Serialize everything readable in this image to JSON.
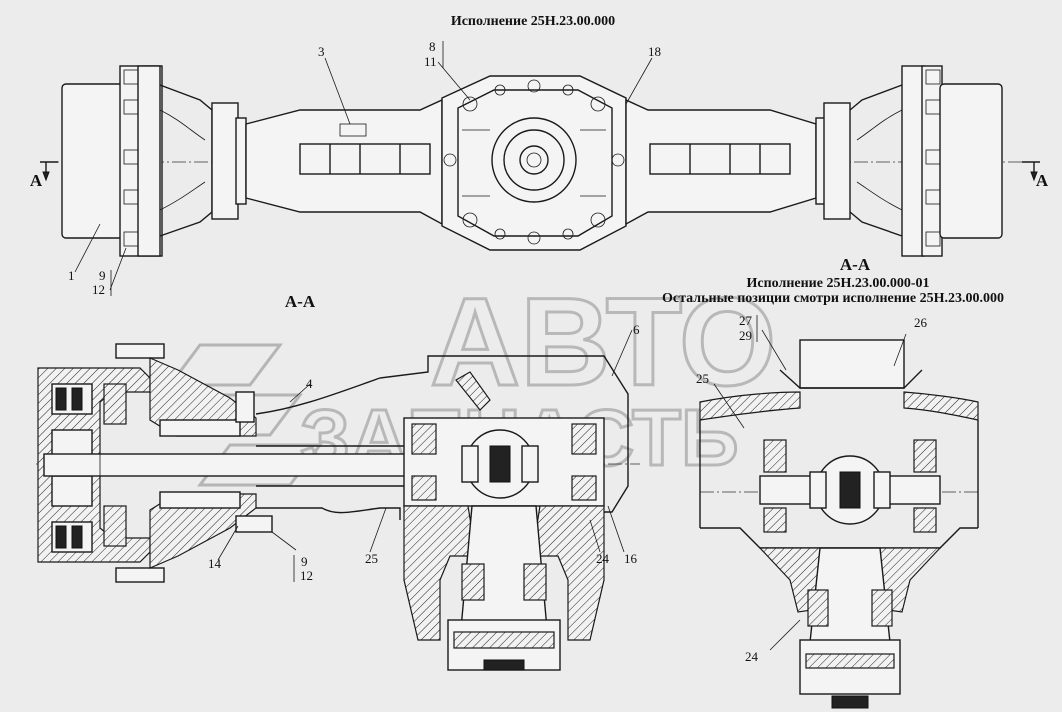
{
  "titles": {
    "top": "Исполнение 25Н.23.00.000",
    "variant_line1": "Исполнение 25Н.23.00.000-01",
    "variant_line2": "Остальные позиции смотри исполнение 25Н.23.00.000"
  },
  "section_labels": {
    "left": "А-А",
    "right": "А-А",
    "arrow_left": "А",
    "arrow_right": "А"
  },
  "watermark": {
    "line1": "АВТО",
    "line2": "ЗАПЧАСТЬ"
  },
  "callouts": {
    "p1": "1",
    "p3": "3",
    "p8": "8",
    "p11": "11",
    "p18": "18",
    "p9_top": "9",
    "p12_top": "12",
    "p4": "4",
    "p6": "6",
    "p14": "14",
    "p9_bottom": "9",
    "p12_bottom": "12",
    "p25_left": "25",
    "p24_left": "24",
    "p16": "16",
    "p27": "27",
    "p29": "29",
    "p26": "26",
    "p25_right": "25",
    "p24_right": "24"
  }
}
